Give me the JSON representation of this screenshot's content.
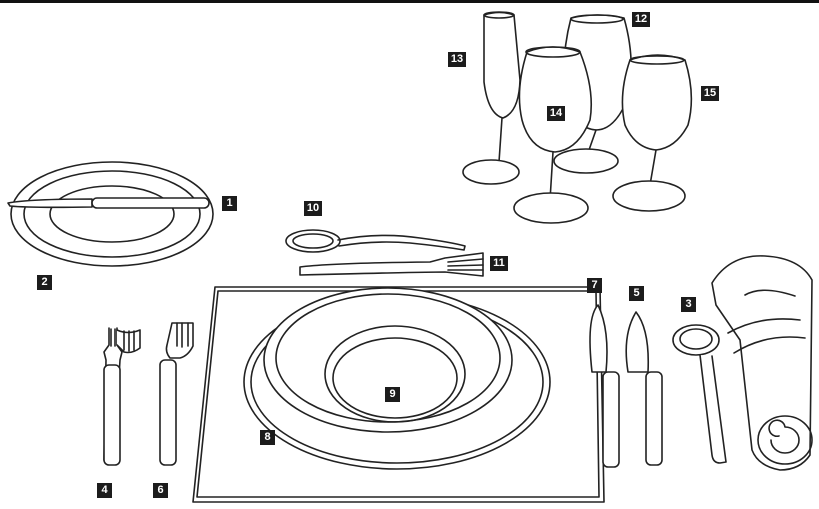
{
  "labels": {
    "n1": "1",
    "n2": "2",
    "n3": "3",
    "n4": "4",
    "n5": "5",
    "n6": "6",
    "n7": "7",
    "n8": "8",
    "n9": "9",
    "n10": "10",
    "n11": "11",
    "n12": "12",
    "n13": "13",
    "n14": "14",
    "n15": "15"
  },
  "colors": {
    "ink": "#1c1c1c",
    "line": "#222222",
    "paper": "#ffffff"
  }
}
